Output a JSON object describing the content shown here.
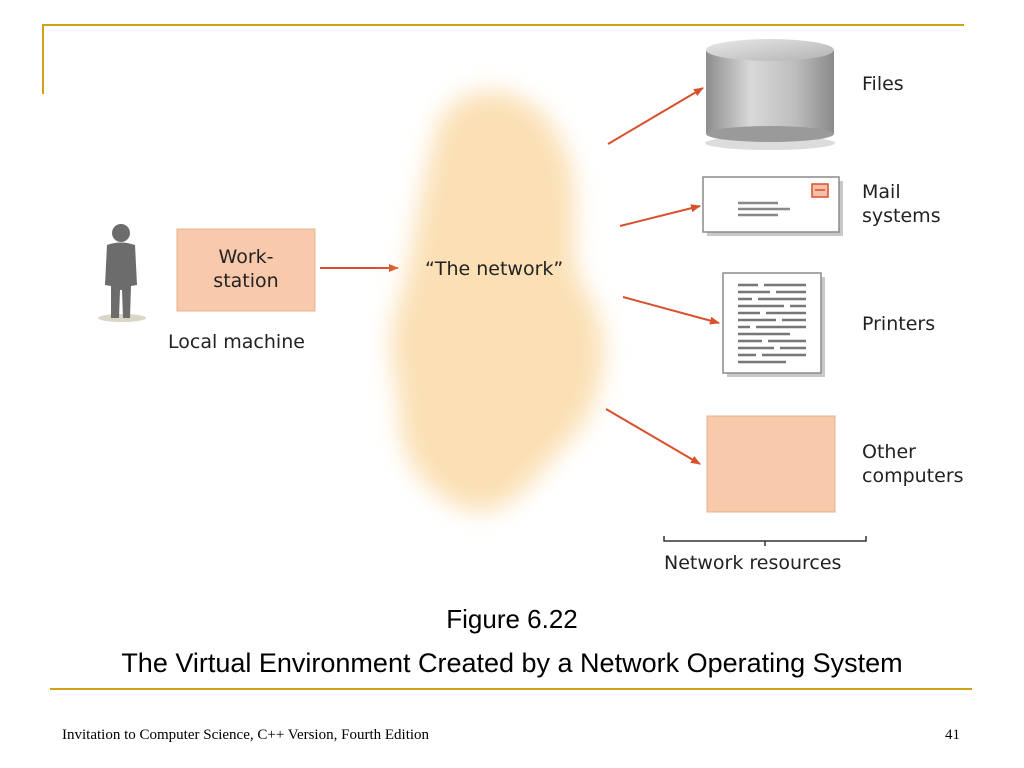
{
  "diagram": {
    "workstation_label": "Work-\nstation",
    "local_machine_label": "Local machine",
    "network_label": "“The network”",
    "resources": {
      "files": "Files",
      "mail": "Mail\nsystems",
      "printers": "Printers",
      "other": "Other\ncomputers"
    },
    "network_resources_label": "Network resources"
  },
  "caption": {
    "number": "Figure 6.22",
    "title": "The Virtual Environment Created by a Network Operating System"
  },
  "footer": {
    "book": "Invitation to Computer Science, C++ Version, Fourth Edition",
    "page": "41"
  },
  "colors": {
    "accent_rule": "#d4a017",
    "arrow": "#d9512c",
    "box_fill": "#f9c9ab",
    "cloud": "#fbe3bd"
  }
}
